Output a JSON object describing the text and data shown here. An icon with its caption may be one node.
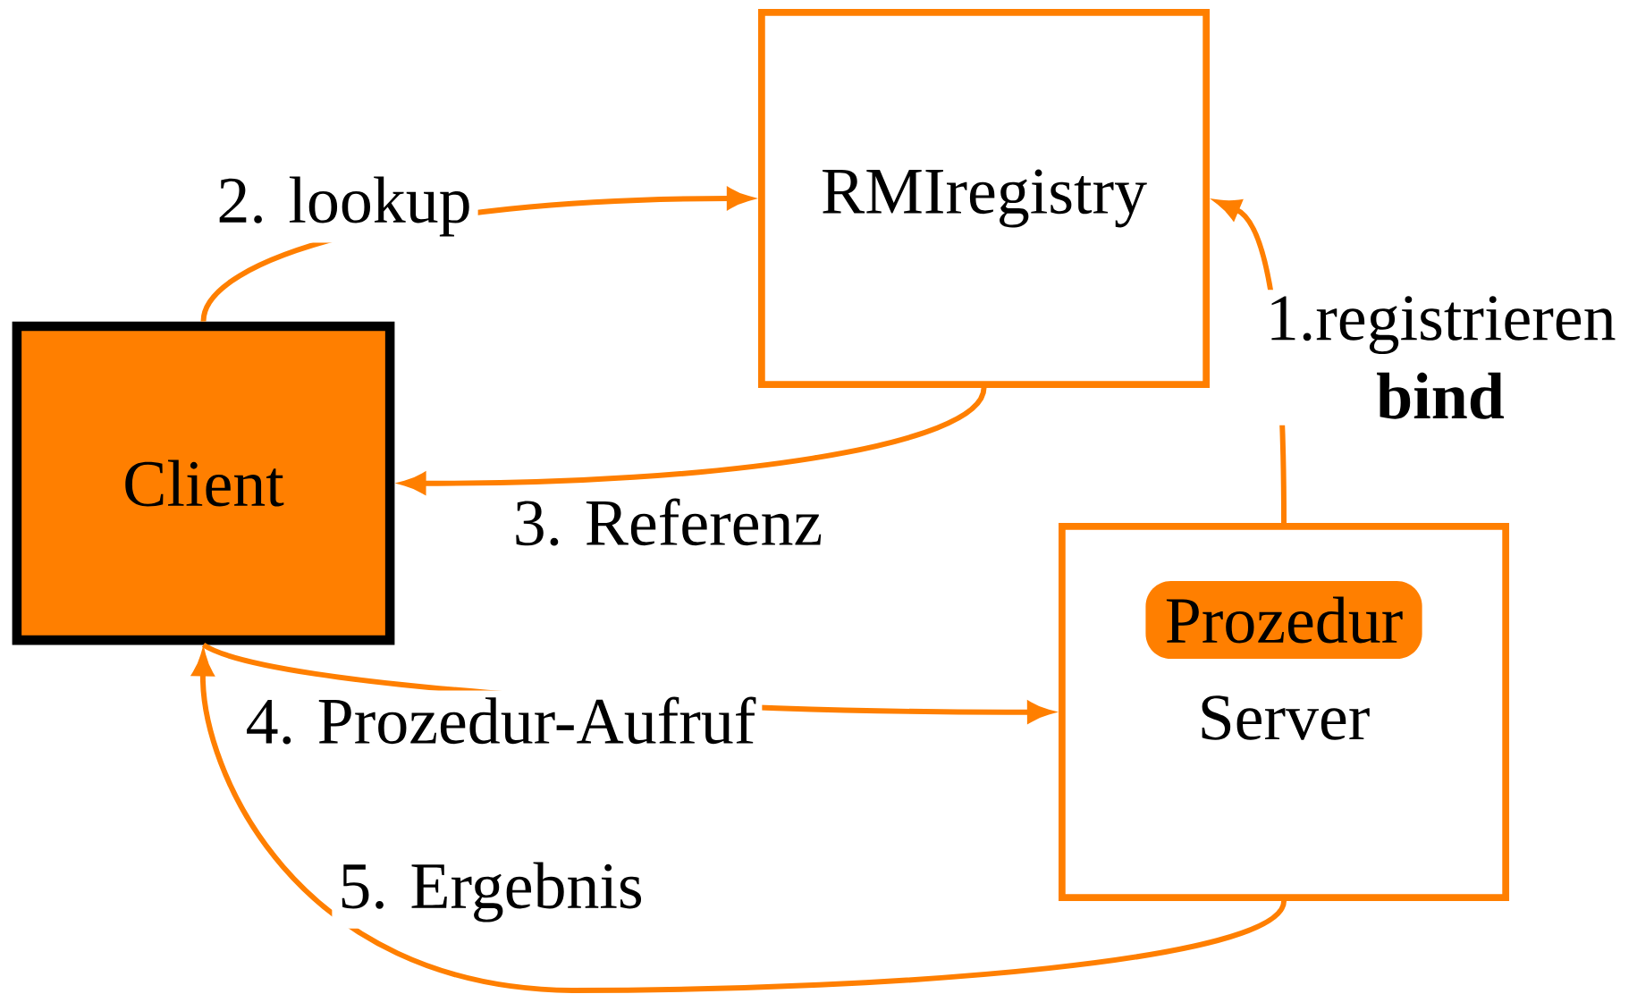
{
  "diagram": {
    "nodes": [
      {
        "text": [
          "RMIregistry"
        ]
      },
      {
        "text": [
          "Client"
        ]
      },
      {
        "text": [
          "Server"
        ]
      },
      {
        "text": [
          "Prozedur"
        ],
        "in": 2
      }
    ],
    "edges": [
      {
        "from": 1,
        "to": 0,
        "arrow": "to",
        "label": "2. lookup"
      },
      {
        "from": 0,
        "to": 1,
        "arrow": "to",
        "label": "3. Referenz"
      },
      {
        "from": 2,
        "to": 0,
        "arrow": "to",
        "label": "1.registrieren **bind**"
      },
      {
        "from": 1,
        "to": 2,
        "arrow": "to",
        "label": "4. Prozedur-Aufruf"
      },
      {
        "from": 2,
        "to": 1,
        "arrow": "to",
        "label": "5. Ergebnis"
      }
    ]
  }
}
